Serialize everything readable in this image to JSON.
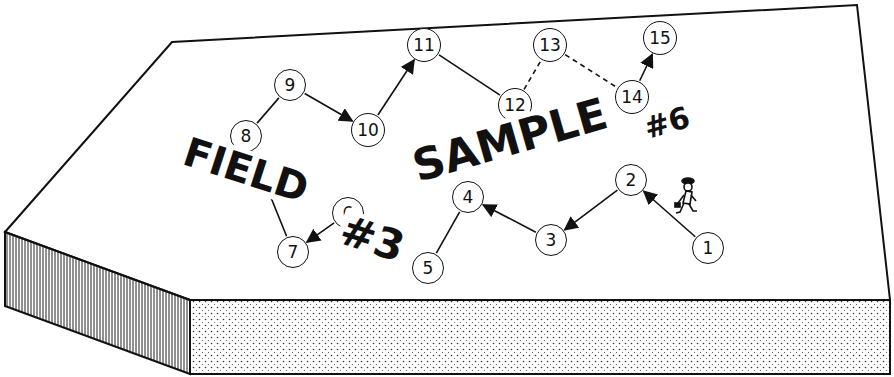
{
  "diagram": {
    "nodes": [
      {
        "text": [
          "1"
        ]
      },
      {
        "text": [
          "2"
        ]
      },
      {
        "text": [
          "3"
        ]
      },
      {
        "text": [
          "4"
        ]
      },
      {
        "text": [
          "5"
        ]
      },
      {
        "text": [
          "6"
        ]
      },
      {
        "text": [
          "7"
        ]
      },
      {
        "text": [
          "8"
        ]
      },
      {
        "text": [
          "9"
        ]
      },
      {
        "text": [
          "10"
        ]
      },
      {
        "text": [
          "11"
        ]
      },
      {
        "text": [
          "12"
        ]
      },
      {
        "text": [
          "13"
        ]
      },
      {
        "text": [
          "14"
        ]
      },
      {
        "text": [
          "15"
        ]
      }
    ],
    "edges": [
      {
        "from": 0,
        "to": 1,
        "arrow": "to"
      },
      {
        "from": 1,
        "to": 2,
        "arrow": "to"
      },
      {
        "from": 2,
        "to": 3,
        "arrow": "to"
      },
      {
        "from": 3,
        "to": 4,
        "arrow": "none"
      },
      {
        "from": 5,
        "to": 6,
        "arrow": "to"
      },
      {
        "from": 6,
        "to": 7,
        "arrow": "to"
      },
      {
        "from": 7,
        "to": 8,
        "arrow": "none"
      },
      {
        "from": 8,
        "to": 9,
        "arrow": "to"
      },
      {
        "from": 9,
        "to": 10,
        "arrow": "to"
      },
      {
        "from": 10,
        "to": 11,
        "arrow": "none"
      },
      {
        "from": 11,
        "to": 12,
        "arrow": "none"
      },
      {
        "from": 12,
        "to": 13,
        "arrow": "none"
      },
      {
        "from": 13,
        "to": 14,
        "arrow": "to"
      }
    ],
    "labels": [
      "FIELD",
      "#3",
      "SAMPLE",
      "#6"
    ]
  }
}
